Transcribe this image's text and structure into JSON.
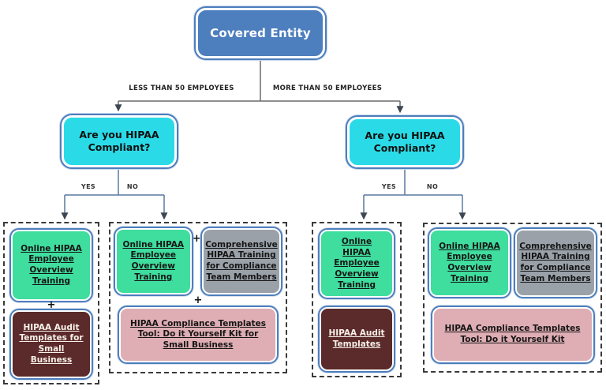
{
  "colors": {
    "blue": "#4d7ebd",
    "cyan": "#2adbe7",
    "green": "#3fdd9e",
    "gray": "#9aa1a9",
    "pink": "#dfaeb4",
    "maroon": "#5b2a2a"
  },
  "root": {
    "label": "Covered Entity"
  },
  "branch_labels": {
    "left": "LESS THAN 50 EMPLOYEES",
    "right": "MORE THAN 50 EMPLOYEES"
  },
  "questions": {
    "left": "Are you HIPAA Compliant?",
    "right": "Are you HIPAA Compliant?"
  },
  "decisions": {
    "yes": "YES",
    "no": "NO"
  },
  "plus": "+",
  "cards": {
    "p1_green": "Online HIPAA Employee Overview Training",
    "p1_maroon": "HIPAA Audit Templates for Small Business",
    "p2_green": "Online HIPAA Employee Overview Training",
    "p2_gray": "Comprehensive HIPAA Training for Compliance Team Members",
    "p2_pink": "HIPAA Compliance Templates Tool: Do it Yourself Kit for Small Business",
    "p3_green": "Online HIPAA Employee Overview Training",
    "p3_maroon": "HIPAA Audit Templates",
    "p4_green": "Online HIPAA Employee Overview Training",
    "p4_gray": "Comprehensive HIPAA Training for Compliance Team Members",
    "p4_pink": "HIPAA Compliance Templates Tool: Do it Yourself Kit"
  }
}
